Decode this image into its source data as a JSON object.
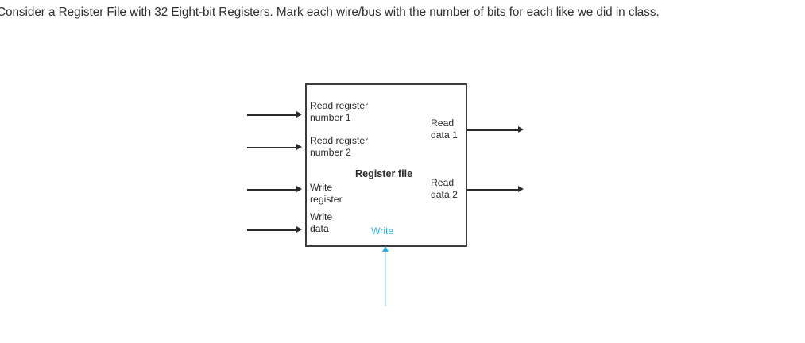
{
  "question": {
    "text": "Consider a Register File with 32 Eight-bit Registers. Mark each wire/bus with the number of bits for each like we did in class."
  },
  "diagram": {
    "title": "Register file",
    "box": {
      "border_color": "#3c3c3e",
      "fill_color": "#ffffff"
    },
    "inputs": [
      {
        "label": "Read register\nnumber 1",
        "name": "read-register-number-1"
      },
      {
        "label": "Read register\nnumber 2",
        "name": "read-register-number-2"
      },
      {
        "label": "Write\nregister",
        "name": "write-register"
      },
      {
        "label": "Write\ndata",
        "name": "write-data"
      }
    ],
    "outputs": [
      {
        "label": "Read\ndata 1",
        "name": "read-data-1"
      },
      {
        "label": "Read\ndata 2",
        "name": "read-data-2"
      }
    ],
    "control": {
      "label": "Write",
      "color": "#2eb4ef"
    },
    "wire_color": "#2b2b2d"
  }
}
